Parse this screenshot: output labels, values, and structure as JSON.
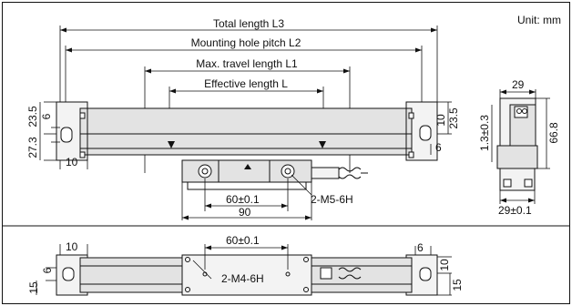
{
  "labels": {
    "unit": "Unit: mm",
    "total_length": "Total length L3",
    "mounting_pitch": "Mounting hole pitch L2",
    "max_travel": "Max. travel length L1",
    "effective_length": "Effective length L",
    "front_top_left": "23.5",
    "front_hole_left": "6",
    "front_bottom_left": "27.3",
    "front_edge_left": "10",
    "front_top_right": "23.5",
    "front_edge_right": "10",
    "front_hole_right": "6",
    "slider_pitch": "60±0.1",
    "slider_width": "90",
    "slider_thread": "2-M5-6H",
    "side_width": "29",
    "side_height": "66.8",
    "side_offset": "1.3±0.3",
    "side_base": "29±0.1",
    "bottom_edge_left": "10",
    "bottom_hole_left": "6",
    "bottom_low_left": "15",
    "bottom_pitch": "60±0.1",
    "bottom_thread": "2-M4-6H",
    "bottom_edge_right": "6",
    "bottom_hole_right": "10",
    "bottom_low_right": "15"
  },
  "colors": {
    "line": "#111111",
    "body_fill": "#e3e3e3",
    "light_fill": "#f3f3f3"
  }
}
